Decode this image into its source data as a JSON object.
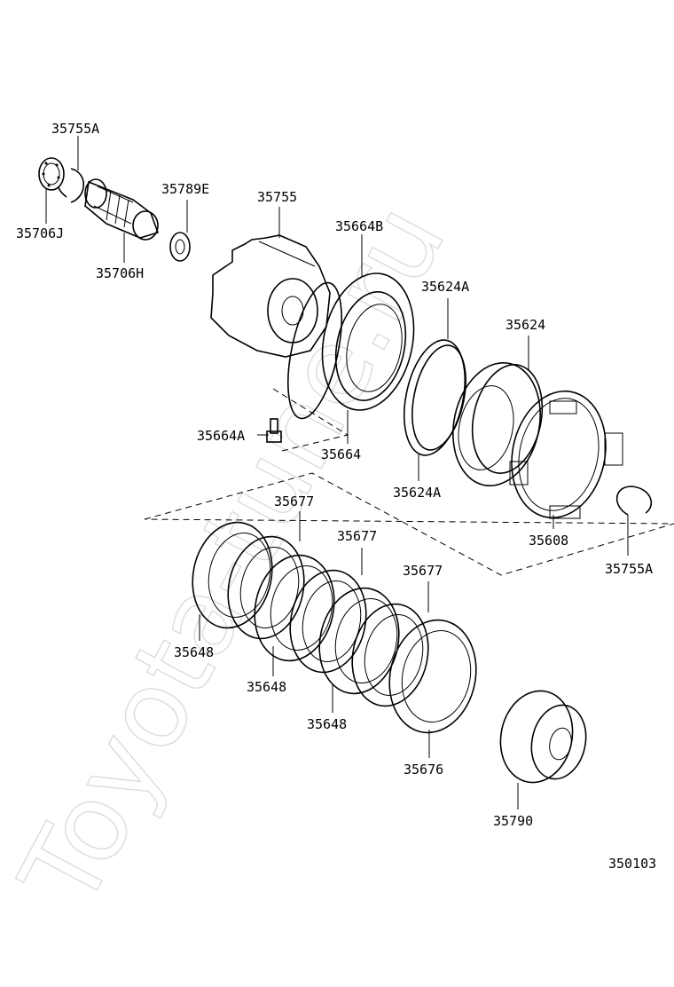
{
  "watermark": "Toyota-tune.ru",
  "diagram_code": "350103",
  "callouts": [
    {
      "id": "c1",
      "text": "35755A"
    },
    {
      "id": "c2",
      "text": "35706J"
    },
    {
      "id": "c3",
      "text": "35706H"
    },
    {
      "id": "c4",
      "text": "35789E"
    },
    {
      "id": "c5",
      "text": "35755"
    },
    {
      "id": "c6",
      "text": "35664B"
    },
    {
      "id": "c7",
      "text": "35624A"
    },
    {
      "id": "c8",
      "text": "35624"
    },
    {
      "id": "c9",
      "text": "35664A"
    },
    {
      "id": "c10",
      "text": "35664"
    },
    {
      "id": "c11",
      "text": "35624A"
    },
    {
      "id": "c12",
      "text": "35608"
    },
    {
      "id": "c13",
      "text": "35755A"
    },
    {
      "id": "c14",
      "text": "35677"
    },
    {
      "id": "c15",
      "text": "35677"
    },
    {
      "id": "c16",
      "text": "35677"
    },
    {
      "id": "c17",
      "text": "35648"
    },
    {
      "id": "c18",
      "text": "35648"
    },
    {
      "id": "c19",
      "text": "35648"
    },
    {
      "id": "c20",
      "text": "35676"
    },
    {
      "id": "c21",
      "text": "35790"
    }
  ]
}
